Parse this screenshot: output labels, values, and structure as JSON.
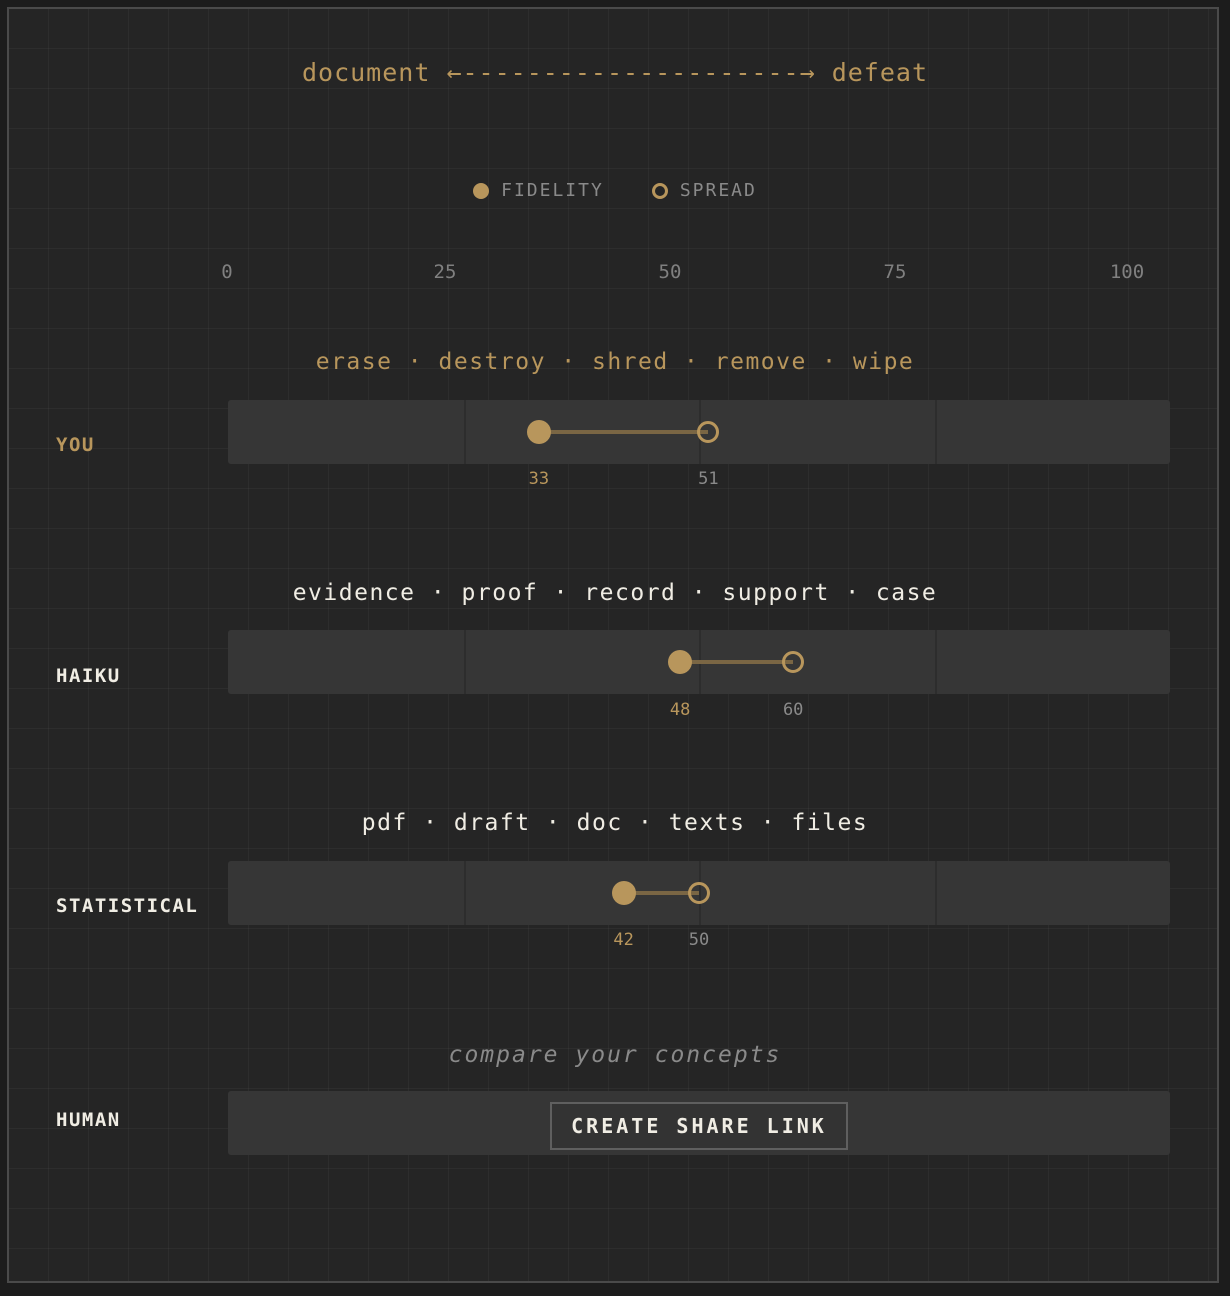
{
  "header": {
    "left_word": "document",
    "arrow": "←---------------------→",
    "right_word": "defeat"
  },
  "legend": {
    "fidelity": "FIDELITY",
    "spread": "SPREAD"
  },
  "axis": {
    "ticks": [
      "0",
      "25",
      "50",
      "75",
      "100"
    ]
  },
  "rows": [
    {
      "label": "YOU",
      "words": "erase · destroy · shred · remove · wipe",
      "fidelity": 33,
      "spread": 51,
      "fidelity_label": "33",
      "spread_label": "51"
    },
    {
      "label": "HAIKU",
      "words": "evidence · proof · record · support · case",
      "fidelity": 48,
      "spread": 60,
      "fidelity_label": "48",
      "spread_label": "60"
    },
    {
      "label": "STATISTICAL",
      "words": "pdf · draft · doc · texts · files",
      "fidelity": 42,
      "spread": 50,
      "fidelity_label": "42",
      "spread_label": "50"
    },
    {
      "label": "HUMAN",
      "subtitle": "compare your concepts",
      "button": "CREATE SHARE LINK"
    }
  ],
  "colors": {
    "accent": "#b8965c",
    "background": "#252525",
    "track": "#363636",
    "muted_text": "#8a8a8a",
    "light_text": "#f0ede4"
  }
}
